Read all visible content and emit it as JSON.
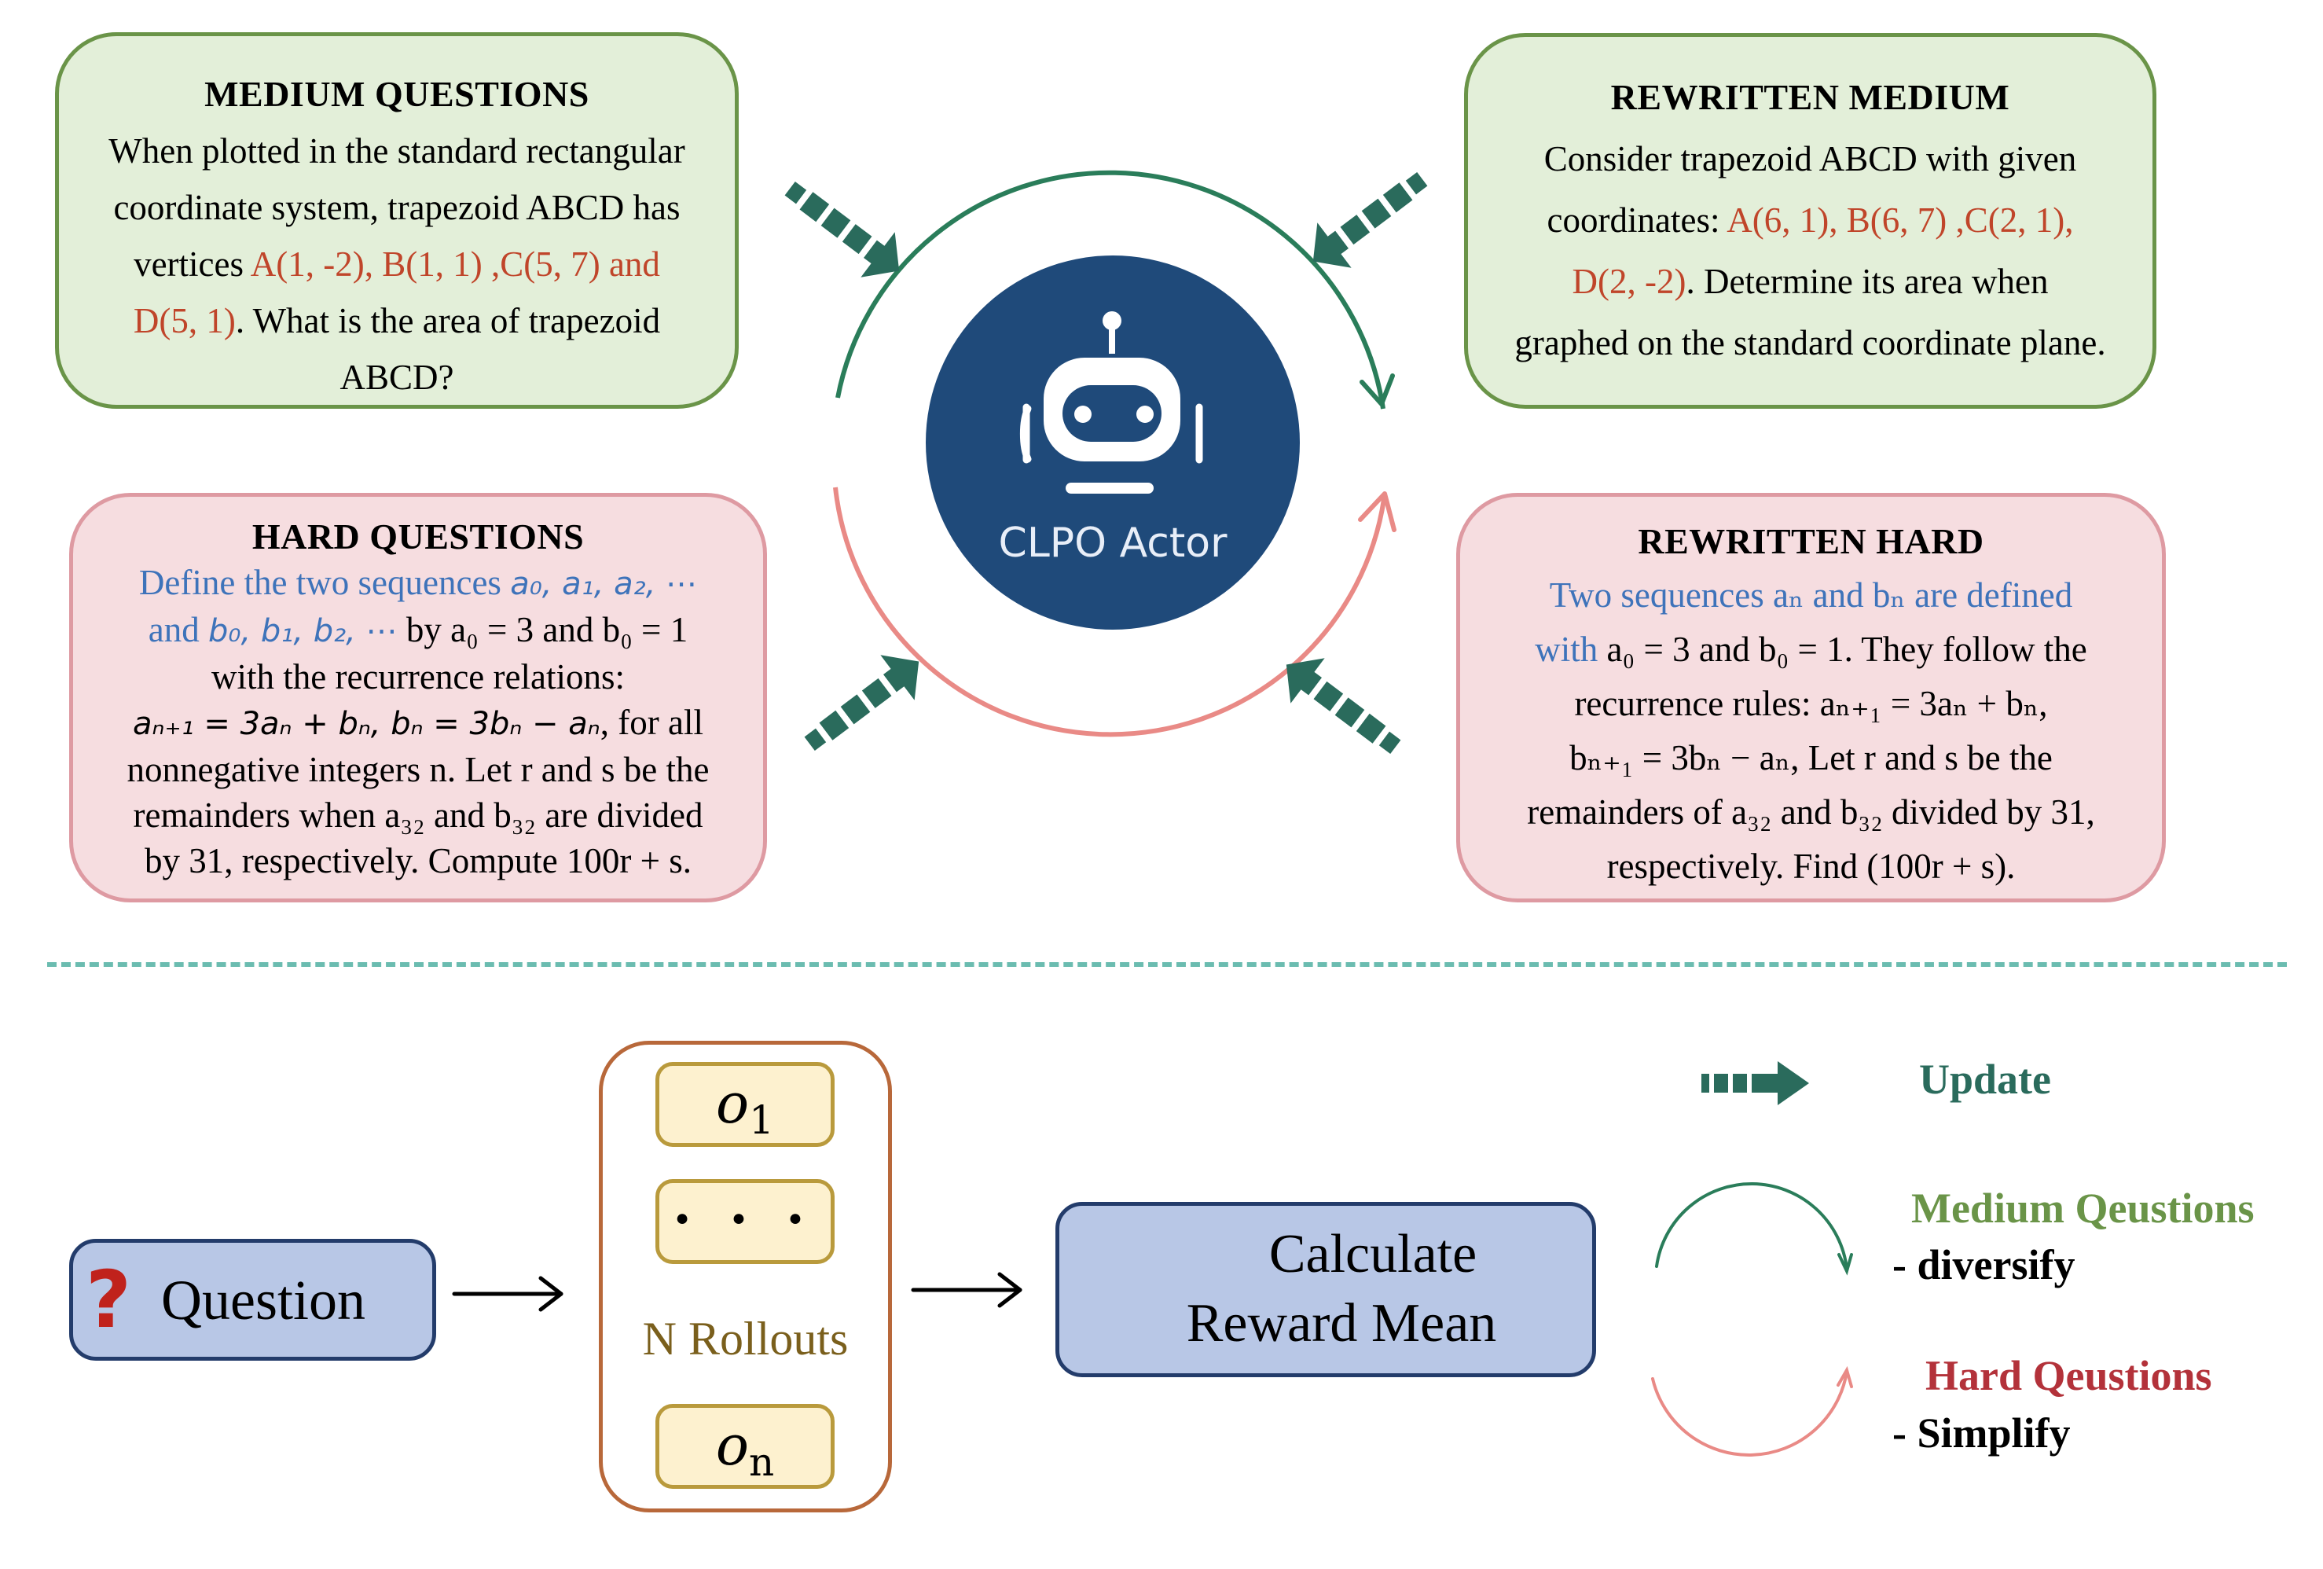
{
  "colors": {
    "update_arrow": "#2a6b5c",
    "medium_arc": "#2a7d5a",
    "hard_arc": "#e98a86",
    "medium_label": "#6a9448",
    "hard_label": "#b3323a",
    "update_label": "#2a6b5c",
    "robot_bg": "#1f4a7a",
    "separator": "#6bbcb0"
  },
  "medium_questions": {
    "title": "MEDIUM  QUESTIONS",
    "line1": "When plotted in the standard rectangular",
    "line2": "coordinate system, trapezoid ABCD has",
    "line3_pre": "vertices ",
    "line3_red": "A(1, -2), B(1, 1) ,C(5, 7) and",
    "line4_red": "D(5, 1)",
    "line4_post": ". What is the area of trapezoid",
    "line5": "ABCD?"
  },
  "rewritten_medium": {
    "title": "REWRITTEN MEDIUM",
    "line1": "Consider trapezoid ABCD with given",
    "line2_pre": "coordinates: ",
    "line2_red": "A(6, 1), B(6, 7) ,C(2, 1),",
    "line3_red": "D(2, -2)",
    "line3_post": ". Determine its area when",
    "line4": "graphed on the standard coordinate plane."
  },
  "hard_questions": {
    "title": "HARD  QUESTIONS",
    "line1_text": "Define the two sequences ",
    "line1_math": "a₀, a₁, a₂, ⋯",
    "line2_and": "and ",
    "line2_math": "b₀, b₁, b₂, ⋯",
    "line2_post": " by a₀ = 3 and b₀ = 1",
    "line3": "with the recurrence relations:",
    "line4_math": "aₙ₊₁ = 3aₙ + bₙ, bₙ = 3bₙ − aₙ",
    "line4_post": ", for all",
    "line5": "nonnegative integers n. Let r and s be the",
    "line6": "remainders when a₃₂ and b₃₂ are divided",
    "line7": "by 31, respectively. Compute 100r + s."
  },
  "rewritten_hard": {
    "title": "REWRITTEN HARD",
    "line1": "Two sequences aₙ and bₙ are defined",
    "line2_blue": "with ",
    "line2_post": "a₀ = 3 and b₀ = 1. They follow the",
    "line3": "recurrence rules: aₙ₊₁ = 3aₙ + bₙ,",
    "line4": "bₙ₊₁ = 3bₙ − aₙ, Let r and s be the",
    "line5": "remainders of  a₃₂ and b₃₂ divided by 31,",
    "line6": "respectively. Find (100r + s)."
  },
  "center": {
    "actor_label": "CLPO Actor",
    "icon": "robot-icon"
  },
  "flow": {
    "question_label": "Question",
    "question_icon": "question-mark-icon",
    "rollout_1": "o",
    "rollout_1_sub": "1",
    "rollout_ellipsis": "• • •",
    "rollout_n": "o",
    "rollout_n_sub": "n",
    "rollouts_label": "N Rollouts",
    "calc_line1": "Calculate",
    "calc_line2": "Reward Mean",
    "calc_icon": "calculator-icon"
  },
  "legend": {
    "update": "Update",
    "medium_title": "Medium Qeustions",
    "medium_sub": "- diversify",
    "hard_title": "Hard Qeustions",
    "hard_sub": "- Simplify"
  }
}
